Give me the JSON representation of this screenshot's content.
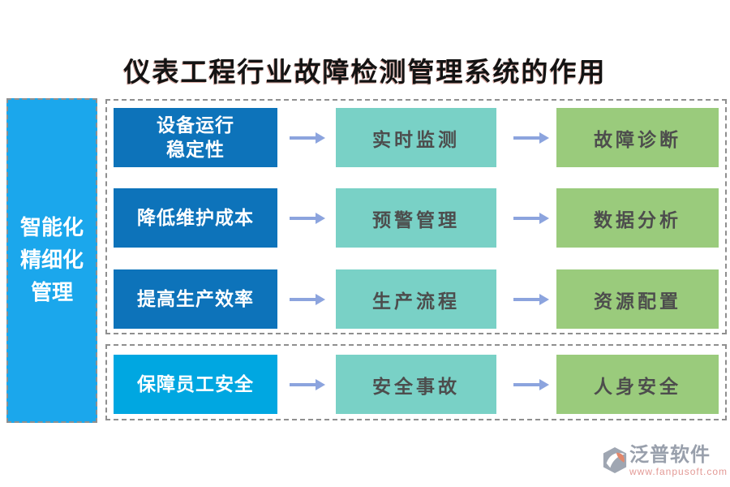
{
  "title": "仪表工程行业故障检测管理系统的作用",
  "sidebar": {
    "label": "智能化\n精细化\n管理"
  },
  "rows": [
    {
      "source": "设备运行\n稳定性",
      "middle": "实时监测",
      "result": "故障诊断"
    },
    {
      "source": "降低维护成本",
      "middle": "预警管理",
      "result": "数据分析"
    },
    {
      "source": "提高生产效率",
      "middle": "生产流程",
      "result": "资源配置"
    },
    {
      "source": "保障员工安全",
      "middle": "安全事故",
      "result": "人身安全"
    }
  ],
  "footer": {
    "brand": "泛普软件",
    "url": "www.fanpusoft.com"
  },
  "icons": {
    "arrow": "arrow-right-icon",
    "logo": "fanpu-logo-icon"
  },
  "colors": {
    "sidebar_blue": "#1BA7EC",
    "source_blue": "#0D73BA",
    "source_blue_bright": "#00A7E1",
    "middle_teal": "#79D1C6",
    "result_green": "#9ACB7C",
    "arrow_blue": "#8CA4DE",
    "box_text": "#4D4D4D",
    "title_text": "#141414",
    "border_gray": "#8F8F8F",
    "brand_gray": "#99A0AC",
    "url_pink": "#E39A96"
  }
}
